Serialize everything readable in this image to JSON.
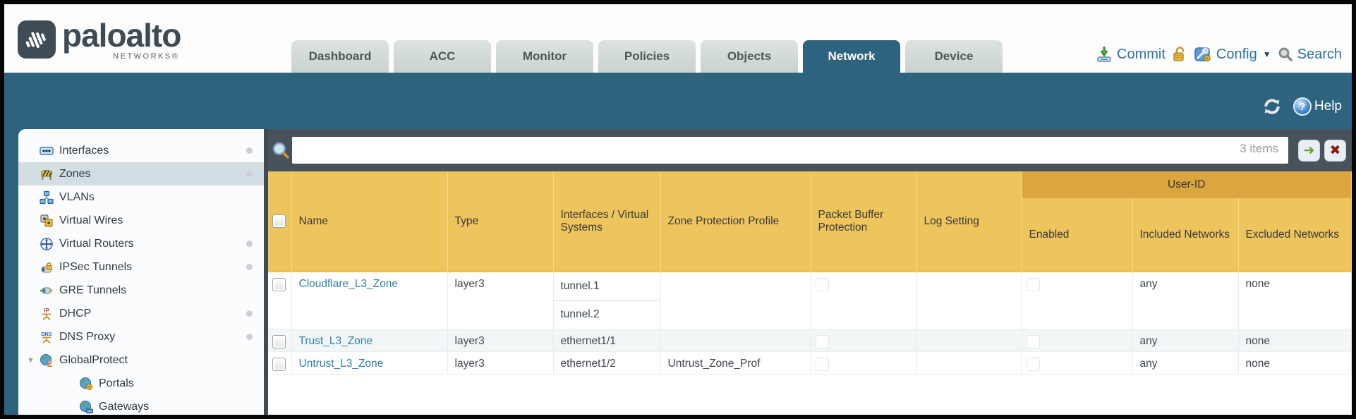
{
  "header": {
    "logo": {
      "brand": "paloalto",
      "sub": "NETWORKS®"
    },
    "tabs": [
      {
        "label": "Dashboard",
        "active": false
      },
      {
        "label": "ACC",
        "active": false
      },
      {
        "label": "Monitor",
        "active": false
      },
      {
        "label": "Policies",
        "active": false
      },
      {
        "label": "Objects",
        "active": false
      },
      {
        "label": "Network",
        "active": true
      },
      {
        "label": "Device",
        "active": false
      }
    ],
    "utilities": {
      "commit": "Commit",
      "config": "Config",
      "search": "Search"
    }
  },
  "toolbar": {
    "help": "Help"
  },
  "sidebar": {
    "items": [
      {
        "label": "Interfaces",
        "icon": "interfaces-icon",
        "dot": true
      },
      {
        "label": "Zones",
        "icon": "zones-icon",
        "dot": true,
        "selected": true
      },
      {
        "label": "VLANs",
        "icon": "vlans-icon"
      },
      {
        "label": "Virtual Wires",
        "icon": "virtual-wires-icon"
      },
      {
        "label": "Virtual Routers",
        "icon": "virtual-routers-icon",
        "dot": true
      },
      {
        "label": "IPSec Tunnels",
        "icon": "ipsec-tunnels-icon",
        "dot": true
      },
      {
        "label": "GRE Tunnels",
        "icon": "gre-tunnels-icon"
      },
      {
        "label": "DHCP",
        "icon": "dhcp-icon",
        "dot": true
      },
      {
        "label": "DNS Proxy",
        "icon": "dns-proxy-icon",
        "dot": true
      },
      {
        "label": "GlobalProtect",
        "icon": "globalprotect-icon",
        "expanded": true
      },
      {
        "label": "Portals",
        "icon": "portals-icon",
        "indent": true
      },
      {
        "label": "Gateways",
        "icon": "gateways-icon",
        "indent": true
      }
    ]
  },
  "main": {
    "search": {
      "count_label": "3 items",
      "value": ""
    },
    "table": {
      "group_header": "User-ID",
      "columns": {
        "name": "Name",
        "type": "Type",
        "interfaces": "Interfaces / Virtual Systems",
        "zone_protection": "Zone Protection Profile",
        "packet_buffer": "Packet Buffer Protection",
        "log_setting": "Log Setting",
        "enabled": "Enabled",
        "included": "Included Networks",
        "excluded": "Excluded Networks"
      },
      "rows": [
        {
          "name": "Cloudflare_L3_Zone",
          "type": "layer3",
          "interfaces": [
            "tunnel.1",
            "tunnel.2"
          ],
          "zone_protection": "",
          "log_setting": "",
          "included": "any",
          "excluded": "none",
          "packet_buffer_checked": false,
          "enabled_checked": false
        },
        {
          "name": "Trust_L3_Zone",
          "type": "layer3",
          "interfaces": [
            "ethernet1/1"
          ],
          "zone_protection": "",
          "log_setting": "",
          "included": "any",
          "excluded": "none",
          "packet_buffer_checked": false,
          "enabled_checked": false
        },
        {
          "name": "Untrust_L3_Zone",
          "type": "layer3",
          "interfaces": [
            "ethernet1/2"
          ],
          "zone_protection": "Untrust_Zone_Prof",
          "log_setting": "",
          "included": "any",
          "excluded": "none",
          "packet_buffer_checked": false,
          "enabled_checked": false
        }
      ]
    }
  },
  "colors": {
    "teal_band": "#2e6380",
    "slate": "#47525a",
    "header_amber": "#eec45c",
    "userid_amber": "#dba63f",
    "link_blue": "#2e7fab",
    "util_blue": "#2b72a8"
  }
}
